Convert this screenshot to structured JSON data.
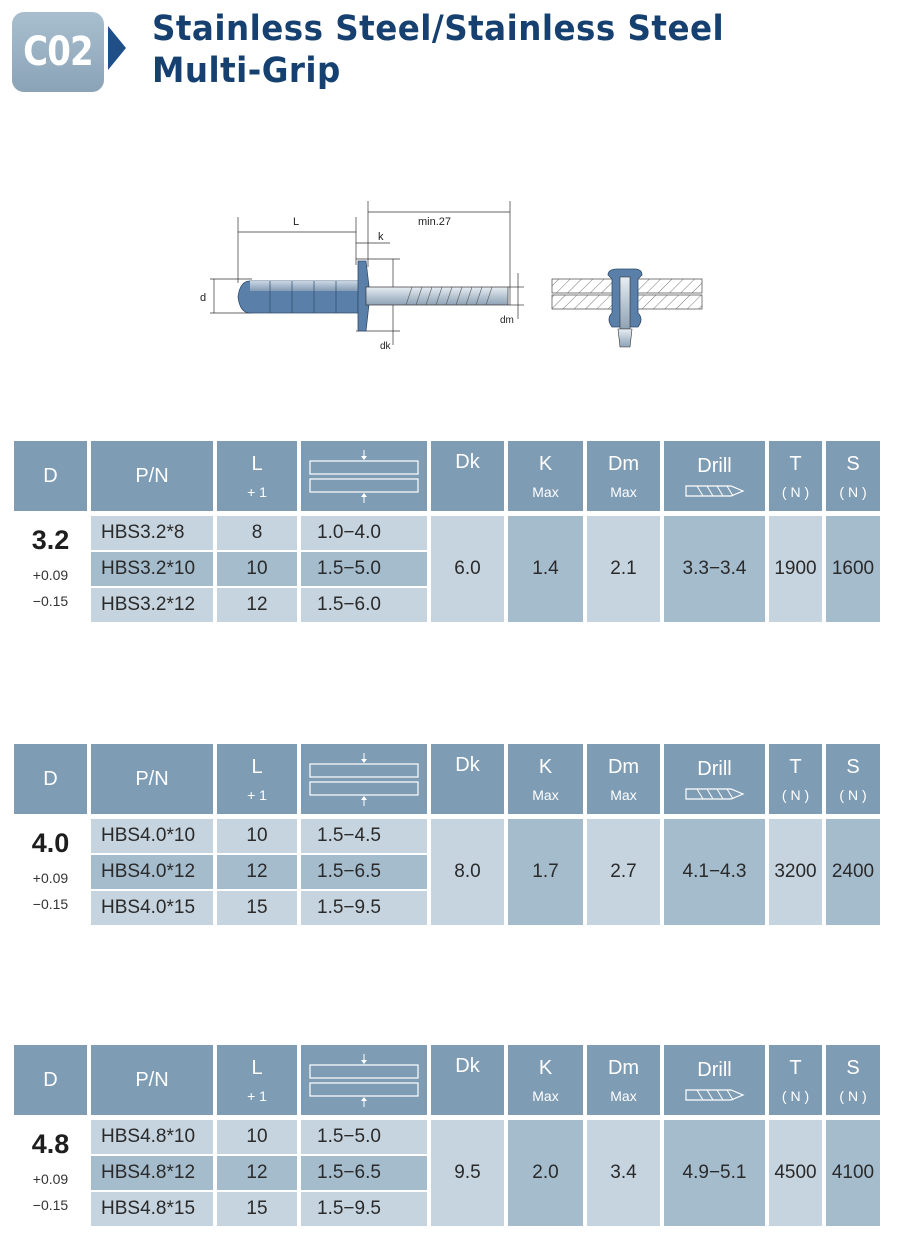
{
  "badge": {
    "code": "C02"
  },
  "title": {
    "line1": "Stainless Steel/Stainless Steel",
    "line2": "Multi-Grip"
  },
  "diagram": {
    "label_L": "L",
    "label_min": "min.27",
    "label_k": "k",
    "label_d": "d",
    "label_dk": "dk",
    "label_dm": "dm"
  },
  "headers": {
    "d": "D",
    "pn": "P/N",
    "l": "L",
    "l_tol": "+ 1",
    "dk": "D",
    "dk_sub": "k",
    "k": "K",
    "k_sub": "Max",
    "dm": "D",
    "dm_sub": "m",
    "dm_max": "Max",
    "drill": "Drill",
    "t": "T",
    "t_unit": "( N )",
    "s": "S",
    "s_unit": "( N )"
  },
  "tables": [
    {
      "d": "3.2",
      "tol_plus": "+0.09",
      "tol_minus": "−0.15",
      "rows": [
        {
          "pn": "HBS3.2*8",
          "l": "8",
          "grip": "1.0−4.0"
        },
        {
          "pn": "HBS3.2*10",
          "l": "10",
          "grip": "1.5−5.0"
        },
        {
          "pn": "HBS3.2*12",
          "l": "12",
          "grip": "1.5−6.0"
        }
      ],
      "dk": "6.0",
      "k": "1.4",
      "dm": "2.1",
      "drill": "3.3−3.4",
      "t": "1900",
      "s": "1600"
    },
    {
      "d": "4.0",
      "tol_plus": "+0.09",
      "tol_minus": "−0.15",
      "rows": [
        {
          "pn": "HBS4.0*10",
          "l": "10",
          "grip": "1.5−4.5"
        },
        {
          "pn": "HBS4.0*12",
          "l": "12",
          "grip": "1.5−6.5"
        },
        {
          "pn": "HBS4.0*15",
          "l": "15",
          "grip": "1.5−9.5"
        }
      ],
      "dk": "8.0",
      "k": "1.7",
      "dm": "2.7",
      "drill": "4.1−4.3",
      "t": "3200",
      "s": "2400"
    },
    {
      "d": "4.8",
      "tol_plus": "+0.09",
      "tol_minus": "−0.15",
      "rows": [
        {
          "pn": "HBS4.8*10",
          "l": "10",
          "grip": "1.5−5.0"
        },
        {
          "pn": "HBS4.8*12",
          "l": "12",
          "grip": "1.5−6.5"
        },
        {
          "pn": "HBS4.8*15",
          "l": "15",
          "grip": "1.5−9.5"
        }
      ],
      "dk": "9.5",
      "k": "2.0",
      "dm": "3.4",
      "drill": "4.9−5.1",
      "t": "4500",
      "s": "4100"
    }
  ],
  "colors": {
    "title": "#15406f",
    "header": "#7f9cb5",
    "cell_light": "#c6d4df",
    "cell_dark": "#a5bccd",
    "rivet": "#5a7fa8"
  },
  "icons": [
    "grip-range-icon",
    "drill-bit-icon",
    "arrow-right-icon"
  ]
}
